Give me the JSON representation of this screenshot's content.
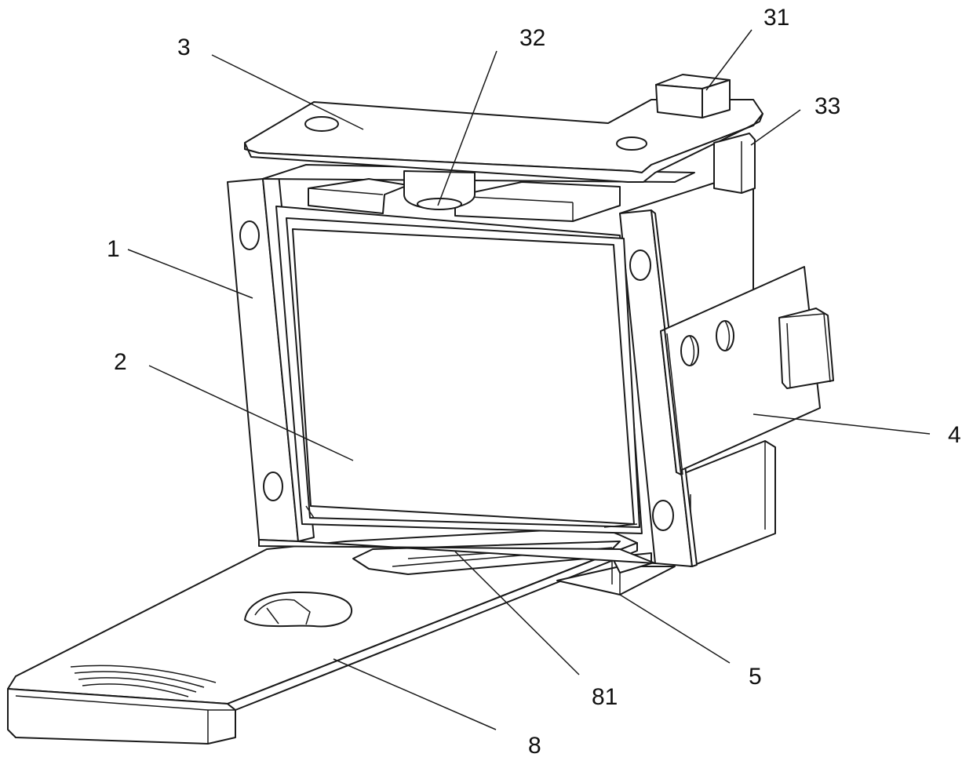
{
  "labels": {
    "part_1": "1",
    "part_2": "2",
    "part_3": "3",
    "part_4": "4",
    "part_5": "5",
    "part_8": "8",
    "part_31": "31",
    "part_32": "32",
    "part_33": "33",
    "part_81": "81"
  },
  "colors": {
    "line": "#1a1a1a",
    "background": "#ffffff"
  }
}
